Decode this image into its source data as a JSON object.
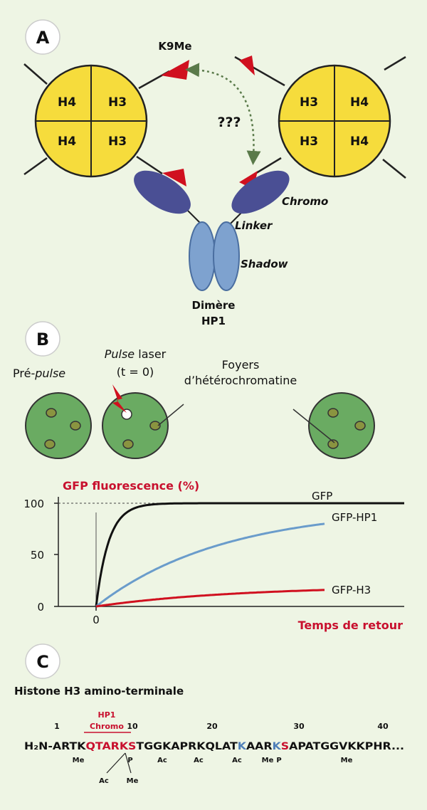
{
  "panel_a": {
    "letter": "A",
    "k9me": "K9Me",
    "question": "???",
    "nucleosome_left": [
      "H4",
      "H3",
      "H4",
      "H3"
    ],
    "nucleosome_right": [
      "H3",
      "H4",
      "H3",
      "H4"
    ],
    "chromo": "Chromo",
    "linker": "Linker",
    "shadow": "Shadow",
    "dimer_line1": "Dimère",
    "dimer_line2": "HP1"
  },
  "panel_b": {
    "letter": "B",
    "pre_pulse_a": "Pré-",
    "pre_pulse_b": "pulse",
    "pulse_a": "Pulse",
    "pulse_b": " laser",
    "pulse_t": "(t = 0)",
    "foyers_1": "Foyers",
    "foyers_2": "d’hétérochromatine"
  },
  "chart_data": {
    "type": "line",
    "ylabel": "GFP fluorescence (%)",
    "xlabel": "Temps de retour",
    "y_ticks": [
      "0",
      "50",
      "100"
    ],
    "x_tick": "0",
    "ylim": [
      0,
      100
    ],
    "reference_line": 100,
    "series": [
      {
        "name": "GFP",
        "color": "#111111",
        "plateau": 100,
        "rate": 18
      },
      {
        "name": "GFP-HP1",
        "color": "#6a9ccb",
        "plateau": 96,
        "rate": 1.8
      },
      {
        "name": "GFP-H3",
        "color": "#d0101f",
        "plateau": 20,
        "rate": 1.6
      }
    ]
  },
  "panel_c": {
    "letter": "C",
    "title": "Histone H3 amino-terminale",
    "hp1_1": "HP1",
    "hp1_2": "Chromo",
    "pos": [
      "1",
      "10",
      "20",
      "30",
      "40"
    ],
    "seq_h2n": "H₂N-ARTK",
    "seq_red": "QTARKS",
    "seq_mid1": "TGGKAPRKQLAT",
    "seq_k27": "K",
    "seq_mid2": "AAR",
    "seq_k36": "K",
    "seq_s": "S",
    "seq_end": "APATGGVKKPHR...",
    "marks": [
      "Me",
      "P",
      "Ac",
      "Ac",
      "Ac",
      "Me",
      "P",
      "Me"
    ],
    "sub_marks": [
      "Ac",
      "Me"
    ]
  }
}
